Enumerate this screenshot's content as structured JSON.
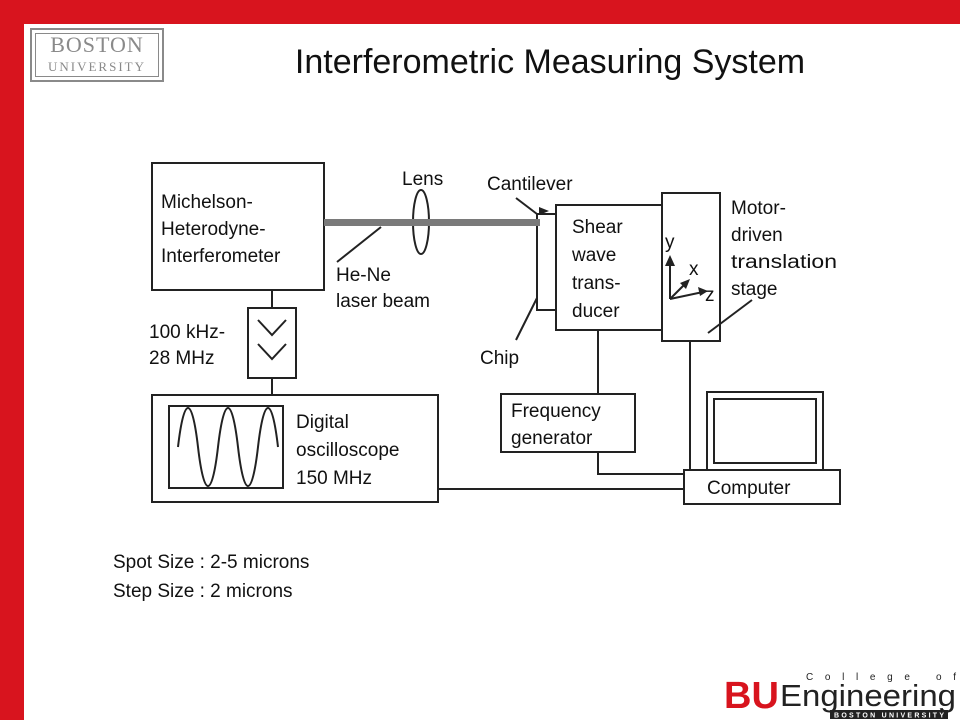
{
  "slide": {
    "title": "Interferometric Measuring System",
    "accent_color": "#d8141e"
  },
  "logo": {
    "line1": "BOSTON",
    "line2": "UNIVERSITY"
  },
  "diagram": {
    "interferometer": [
      "Michelson-",
      "Heterodyne-",
      "Interferometer"
    ],
    "filter": [
      "100 kHz-",
      "28 MHz"
    ],
    "oscilloscope": [
      "Digital",
      "oscilloscope",
      "150 MHz"
    ],
    "lens": "Lens",
    "beam": [
      "He-Ne",
      "laser beam"
    ],
    "cantilever": "Cantilever",
    "chip": "Chip",
    "transducer": [
      "Shear",
      "wave",
      "trans-",
      "ducer"
    ],
    "axes": {
      "y": "y",
      "x": "x",
      "z": "z"
    },
    "stage": [
      "Motor-",
      "driven",
      "translation",
      "stage"
    ],
    "generator": [
      "Frequency",
      "generator"
    ],
    "computer": "Computer"
  },
  "notes": {
    "spot": "Spot Size : 2-5 microns",
    "step": "Step Size : 2 microns"
  },
  "footer": {
    "bu": "BU",
    "engineering": "Engineering",
    "college_of": "College of",
    "university": "BOSTON UNIVERSITY"
  }
}
